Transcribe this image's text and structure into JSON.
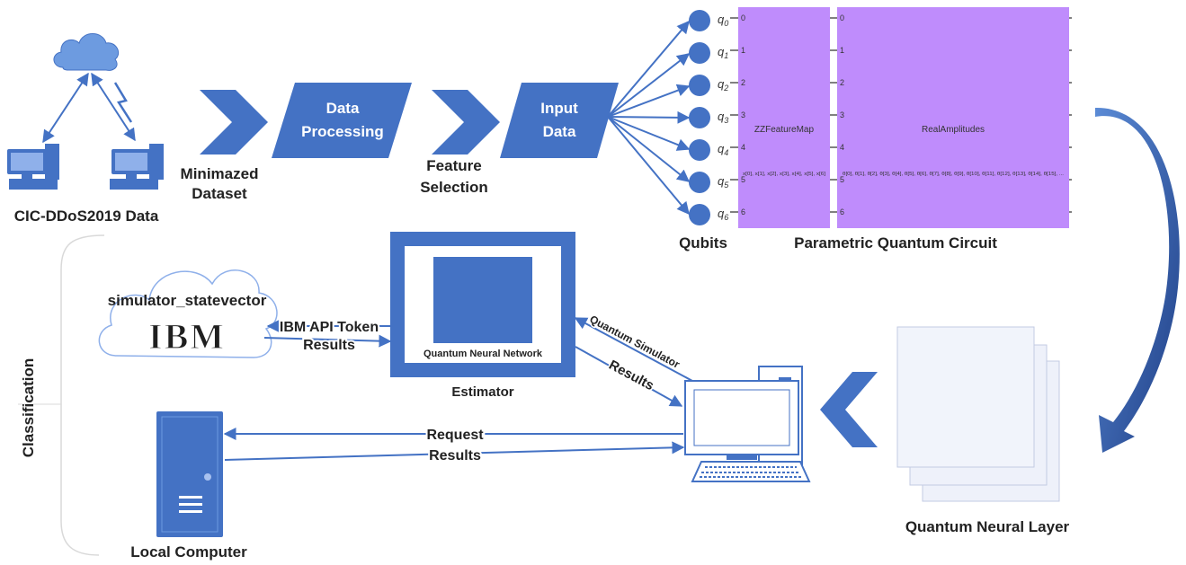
{
  "input": {
    "source_label": "CIC-DDoS2019 Data",
    "step1_label": "Minimazed Dataset",
    "step1_line1": "Minimazed",
    "step1_line2": "Dataset",
    "process_line1": "Data",
    "process_line2": "Processing",
    "step2_line1": "Feature",
    "step2_line2": "Selection",
    "input_line1": "Input",
    "input_line2": "Data"
  },
  "qubits": {
    "label": "Qubits",
    "names": [
      "q0",
      "q1",
      "q2",
      "q3",
      "q4",
      "q5",
      "q6"
    ],
    "wire_numbers": [
      "0",
      "1",
      "2",
      "3",
      "4",
      "5",
      "6"
    ]
  },
  "circuit": {
    "label": "Parametric Quantum Circuit",
    "gate1_name": "ZZFeatureMap",
    "gate1_params": "x[0], x[1], x[2], x[3], x[4], x[5], x[6]",
    "gate2_name": "RealAmplitudes",
    "gate2_params": "θ[0], θ[1], θ[2], θ[3], θ[4], θ[5], θ[6], θ[7], θ[8], θ[9], θ[10], θ[11], θ[12], θ[13], θ[14], θ[15], ..."
  },
  "classification": {
    "side_label": "Classification",
    "cloud_label": "simulator_statevector",
    "ibm_logo": "IBM",
    "token_label": "IBM API Token",
    "results_label": "Results",
    "qnn_label": "Quantum Neural Network",
    "estimator_label": "Estimator",
    "sim_label": "Quantum Simulator",
    "sim_results_label": "Results",
    "request_label": "Request",
    "local_results_label": "Results",
    "local_label": "Local Computer",
    "layer_label": "Quantum Neural Layer"
  },
  "colors": {
    "blue": "#4472c4",
    "dark_blue": "#2e5597",
    "purple": "#bf8cfc"
  }
}
